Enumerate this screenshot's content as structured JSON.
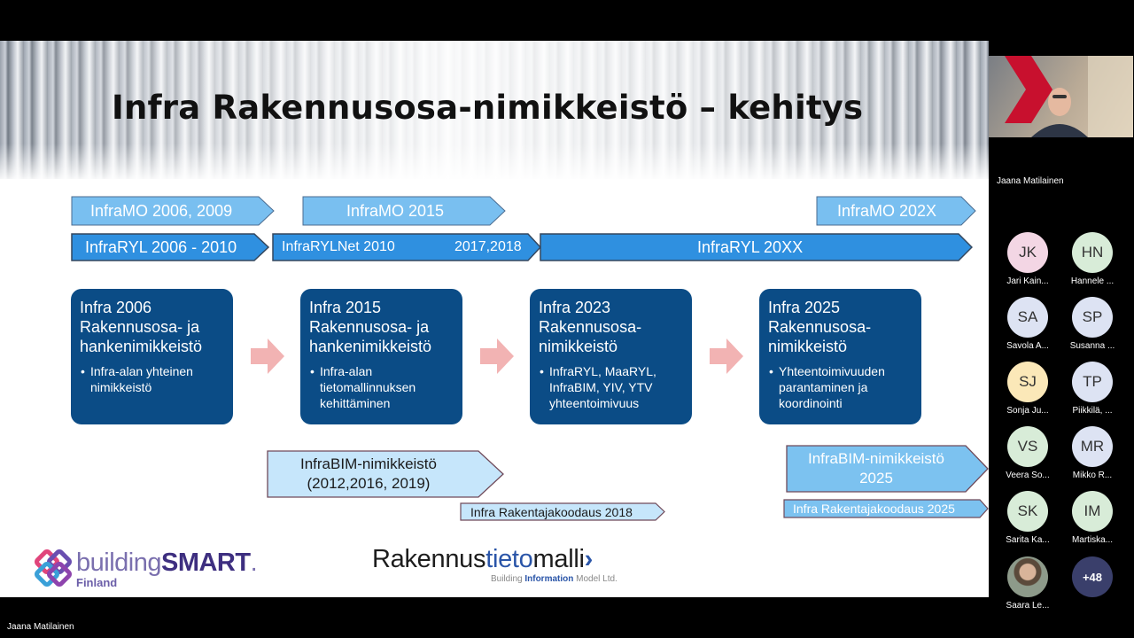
{
  "slide": {
    "title": "Infra Rakennusosa-nimikkeistö – kehitys",
    "bands": {
      "inframo_2006": "InfraMO 2006, 2009",
      "inframo_2015": "InfraMO 2015",
      "inframo_202x": "InfraMO 202X",
      "infraryl_2006": "InfraRYL 2006 - 2010",
      "infrarylnet": "InfraRYLNet  2010",
      "infrarylnet_years": "2017,2018",
      "infraryl_20xx": "InfraRYL 20XX",
      "infrabim_1": "InfraBIM-nimikkeistö",
      "infrabim_1b": "(2012,2016, 2019)",
      "rakentaja_2018": "Infra Rakentajakoodaus 2018",
      "infrabim_2": "InfraBIM-nimikkeistö",
      "infrabim_2b": "2025",
      "rakentaja_2025": "Infra Rakentajakoodaus 2025"
    },
    "boxes": [
      {
        "title1": "Infra 2006",
        "title2": "Rakennusosa- ja",
        "title3": "hankenimikkeistö",
        "bullet1": "Infra-alan yhteinen",
        "bullet2": "nimikkeistö",
        "bullet3": ""
      },
      {
        "title1": "Infra 2015",
        "title2": "Rakennusosa- ja",
        "title3": "hankenimikkeistö",
        "bullet1": "Infra-alan",
        "bullet2": "tietomallinnuksen",
        "bullet3": "kehittäminen"
      },
      {
        "title1": "Infra 2023",
        "title2": "Rakennusosa-",
        "title3": "nimikkeistö",
        "bullet1": "InfraRYL, MaaRYL,",
        "bullet2": "InfraBIM, YIV, YTV",
        "bullet3": "yhteentoimivuus"
      },
      {
        "title1": "Infra 2025",
        "title2": "Rakennusosa-",
        "title3": "nimikkeistö",
        "bullet1": "Yhteentoimivuuden",
        "bullet2": "parantaminen ja",
        "bullet3": "koordinointi"
      }
    ],
    "logos": {
      "bs_building": "building",
      "bs_smart": "SMART",
      "bs_tm": ".",
      "bs_finland": "Finland",
      "rtm_a": "Rakennus",
      "rtm_b": "tieto",
      "rtm_c": "malli",
      "rtm_arrow": "›",
      "rtm_sub_a": "Building ",
      "rtm_sub_b": "Information",
      "rtm_sub_c": " Model Ltd."
    }
  },
  "meeting": {
    "speaker_name": "Jaana Matilainen",
    "bottom_name": "Jaana Matilainen",
    "more_count": "+48",
    "participants": [
      {
        "initials": "JK",
        "name": "Jari Kain...",
        "color": "#f3d6e4"
      },
      {
        "initials": "HN",
        "name": "Hannele ...",
        "color": "#d8ecd8"
      },
      {
        "initials": "SA",
        "name": "Savola A...",
        "color": "#dde3f3"
      },
      {
        "initials": "SP",
        "name": "Susanna ...",
        "color": "#dde3f3"
      },
      {
        "initials": "SJ",
        "name": "Sonja Ju...",
        "color": "#fbe8b8"
      },
      {
        "initials": "TP",
        "name": "Piikkilä, ...",
        "color": "#dde3f3"
      },
      {
        "initials": "VS",
        "name": "Veera So...",
        "color": "#d8ecd8"
      },
      {
        "initials": "MR",
        "name": "Mikko R...",
        "color": "#dde3f3"
      },
      {
        "initials": "SK",
        "name": "Sarita Ka...",
        "color": "#d8ecd8"
      },
      {
        "initials": "IM",
        "name": "Martiska...",
        "color": "#d8ecd8"
      },
      {
        "initials": "",
        "name": "Saara Le...",
        "color": "#8d9a8a"
      }
    ]
  }
}
